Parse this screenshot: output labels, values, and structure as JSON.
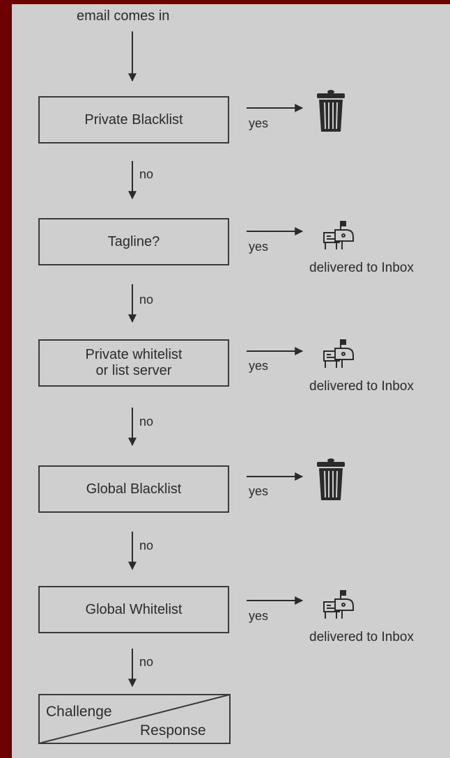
{
  "start_label": "email comes in",
  "steps": [
    {
      "label": "Private Blacklist",
      "yes": "yes",
      "no": "no",
      "outcome_icon": "trash-can-icon",
      "outcome_text": ""
    },
    {
      "label": "Tagline?",
      "yes": "yes",
      "no": "no",
      "outcome_icon": "mailbox-icon",
      "outcome_text": "delivered to Inbox"
    },
    {
      "label": "Private whitelist\nor list server",
      "yes": "yes",
      "no": "no",
      "outcome_icon": "mailbox-icon",
      "outcome_text": "delivered to Inbox"
    },
    {
      "label": "Global Blacklist",
      "yes": "yes",
      "no": "no",
      "outcome_icon": "trash-can-icon",
      "outcome_text": ""
    },
    {
      "label": "Global Whitelist",
      "yes": "yes",
      "no": "no",
      "outcome_icon": "mailbox-icon",
      "outcome_text": "delivered to Inbox"
    }
  ],
  "final": {
    "top": "Challenge",
    "bottom": "Response"
  },
  "colors": {
    "background": "#6e0000",
    "panel": "#cfcfcf",
    "line": "#3a3a3a",
    "icon": "#2b2b2b"
  }
}
